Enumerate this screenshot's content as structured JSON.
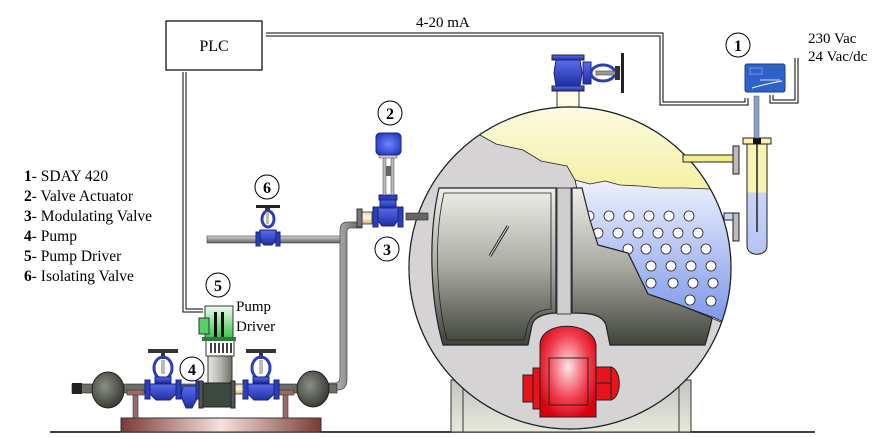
{
  "diagram": {
    "title": "Boiler feedwater level control schematic",
    "plc_label": "PLC",
    "signal_label": "4-20 mA",
    "power_label_1": "230 Vac",
    "power_label_2": "24 Vac/dc",
    "pump_driver_label_1": "Pump",
    "pump_driver_label_2": "Driver",
    "callouts": [
      {
        "number": "1"
      },
      {
        "number": "2"
      },
      {
        "number": "3"
      },
      {
        "number": "4"
      },
      {
        "number": "5"
      },
      {
        "number": "6"
      }
    ],
    "legend": [
      {
        "number": "1",
        "sep": "- ",
        "text": "SDAY 420"
      },
      {
        "number": "2",
        "sep": "- ",
        "text": "Valve Actuator"
      },
      {
        "number": "3",
        "sep": "- ",
        "text": "Modulating Valve"
      },
      {
        "number": "4",
        "sep": "- ",
        "text": "Pump"
      },
      {
        "number": "5",
        "sep": "- ",
        "text": "Pump Driver"
      },
      {
        "number": "6",
        "sep": "- ",
        "text": "Isolating Valve"
      }
    ],
    "colors": {
      "valve_blue": "#2b3fb8",
      "actuator_blue": "#3a55e0",
      "sensor_blue": "#2e62c9",
      "steam_yellow": "#f4ee8a",
      "water_blue": "#b9c8f3",
      "shell_gray": "#d4d2d3",
      "burner_red": "#e8141c",
      "driver_green": "#56d163",
      "base_brown": "#8e4b45",
      "vessel_gray": "#5a5e55"
    }
  }
}
